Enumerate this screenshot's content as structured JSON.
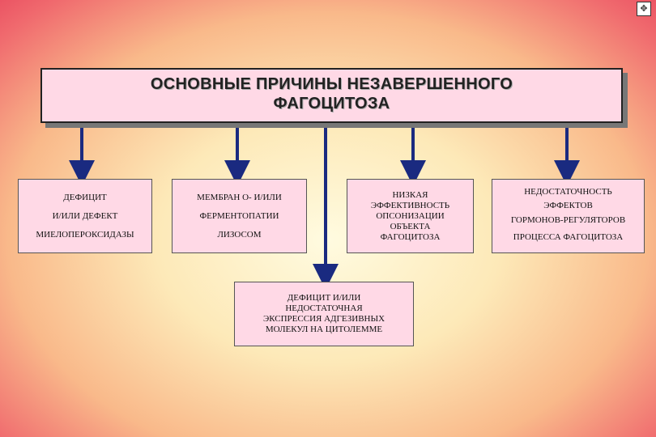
{
  "title": "ОСНОВНЫЕ  ПРИЧИНЫ  НЕЗАВЕРШЕННОГО\nФАГОЦИТОЗА",
  "boxes": {
    "b1": [
      "ДЕФИЦИТ",
      "И/ИЛИ ДЕФЕКТ",
      "МИЕЛОПЕРОКСИДАЗЫ"
    ],
    "b2": [
      "МЕМБРАН  О-  И/ИЛИ",
      "ФЕРМЕНТОПАТИИ",
      "ЛИЗОСОМ"
    ],
    "b3": [
      "НИЗКАЯ",
      "ЭФФЕКТИВНОСТЬ",
      "ОПСОНИЗАЦИИ",
      "ОБЪЕКТА",
      "ФАГОЦИТОЗА"
    ],
    "b4": [
      "НЕДОСТАТОЧНОСТЬ",
      "ЭФФЕКТОВ",
      "ГОРМОНОВ-РЕГУЛЯТОРОВ",
      "ПРОЦЕССА ФАГОЦИТОЗА"
    ],
    "b5": [
      "ДЕФИЦИТ  И/ИЛИ",
      "НЕДОСТАТОЧНАЯ",
      "ЭКСПРЕССИЯ  АДГЕЗИВНЫХ",
      "МОЛЕКУЛ  НА  ЦИТОЛЕММЕ"
    ]
  },
  "colors": {
    "box_fill": "#ffd9e6",
    "arrow": "#1a2a80"
  },
  "icons": {
    "corner": "navigation-icon"
  }
}
